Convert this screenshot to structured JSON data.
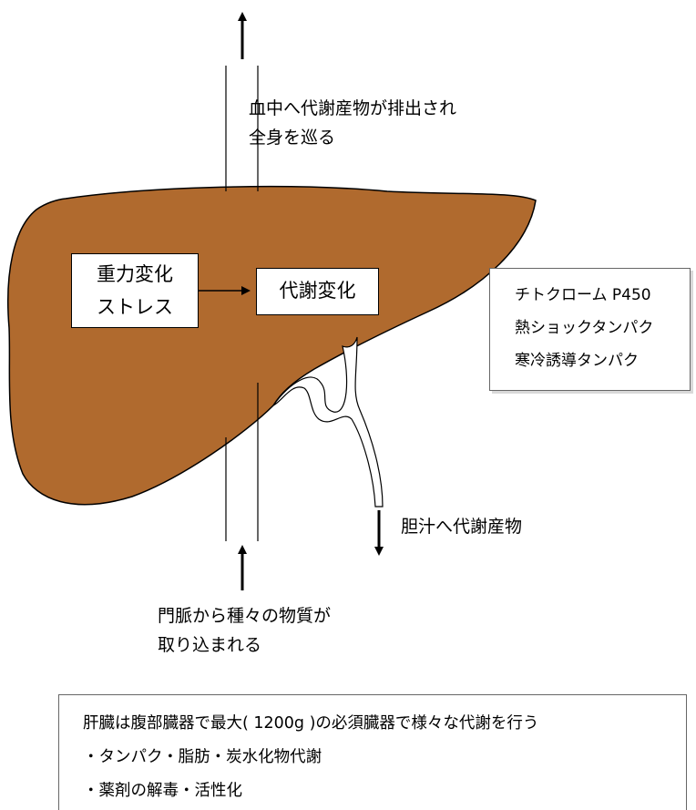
{
  "outflow": {
    "line1": "血中へ代謝産物が排出され",
    "line2": "全身を巡る"
  },
  "stress_box": {
    "line1": "重力変化",
    "line2": "ストレス"
  },
  "metabolic_box": {
    "label": "代謝変化"
  },
  "proteins_box": {
    "items": [
      "チトクローム P450",
      "熱ショックタンパク",
      "寒冷誘導タンパク"
    ]
  },
  "bile": {
    "label": "胆汁へ代謝産物"
  },
  "portal_vein": {
    "line1": "門脈から種々の物質が",
    "line2": "取り込まれる"
  },
  "summary": {
    "lines": [
      "肝臓は腹部臓器で最大( 1200g )の必須臓器で様々な代謝を行う",
      "・タンパク・脂肪・炭水化物代謝",
      "・薬剤の解毒・活性化"
    ]
  },
  "colors": {
    "liver": "#B06A2E"
  }
}
